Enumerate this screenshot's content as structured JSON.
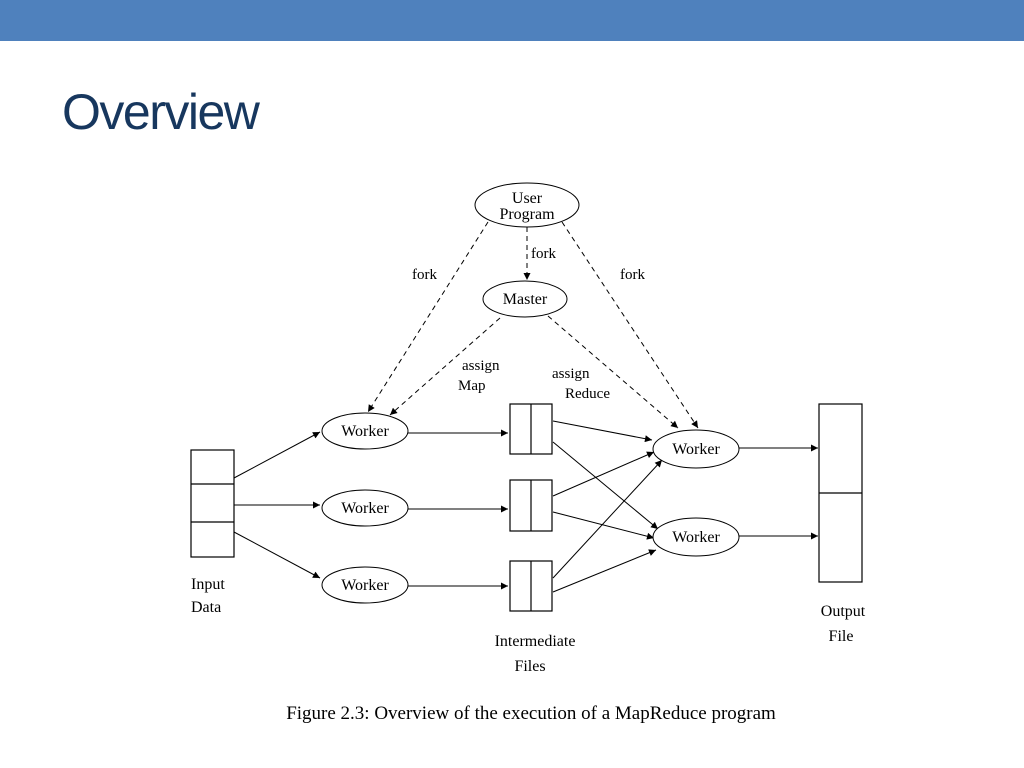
{
  "slide": {
    "title": "Overview",
    "accent_color": "#4f81bd",
    "title_color": "#17375e"
  },
  "diagram": {
    "nodes": {
      "user_program": [
        "User",
        "Program"
      ],
      "master": "Master",
      "map_worker_1": "Worker",
      "map_worker_2": "Worker",
      "map_worker_3": "Worker",
      "reduce_worker_1": "Worker",
      "reduce_worker_2": "Worker",
      "input_data": [
        "Input",
        "Data"
      ],
      "intermediate_files": [
        "Intermediate",
        "Files"
      ],
      "output_file": [
        "Output",
        "File"
      ]
    },
    "edge_labels": {
      "fork_left": "fork",
      "fork_center": "fork",
      "fork_right": "fork",
      "assign_map": [
        "assign",
        "Map"
      ],
      "assign_reduce": [
        "assign",
        "Reduce"
      ]
    },
    "caption": "Figure 2.3: Overview of the execution of a MapReduce program"
  }
}
